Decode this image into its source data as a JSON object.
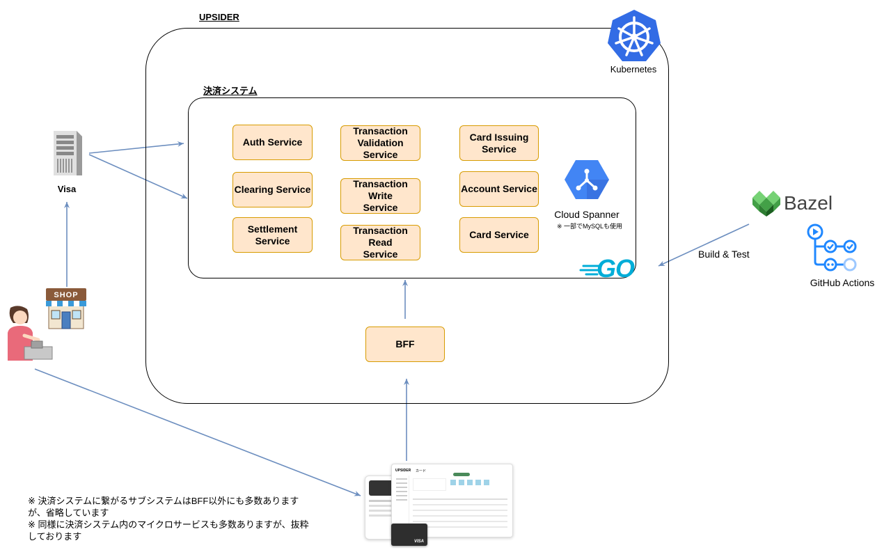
{
  "containers": {
    "upsider": "UPSIDER",
    "payment_system": "決済システム"
  },
  "services": {
    "auth": "Auth Service",
    "clearing": "Clearing Service",
    "settlement": "Settlement Service",
    "tx_validation": "Transaction Validation Service",
    "tx_write": "Transaction Write Service",
    "tx_read": "Transaction Read Service",
    "card_issuing": "Card Issuing Service",
    "account": "Account Service",
    "card": "Card Service",
    "bff": "BFF"
  },
  "logos": {
    "kubernetes": "Kubernetes",
    "cloud_spanner": "Cloud Spanner",
    "cloud_spanner_note": "※ 一部でMySQLも使用",
    "go": "GO",
    "bazel": "Bazel",
    "github_actions": "GitHub Actions"
  },
  "actors": {
    "visa": "Visa",
    "shop_sign": "SHOP",
    "card_brand": "VISA"
  },
  "edges": {
    "build_test": "Build & Test"
  },
  "app": {
    "logo": "UPSIDER",
    "page": "カード"
  },
  "notes": {
    "line1": "※ 決済システムに繋がるサブシステムはBFF以外にも多数あります",
    "line2": "が、省略しています",
    "line3": "※ 同様に決済システム内のマイクロサービスも多数ありますが、抜粋",
    "line4": "しております"
  },
  "colors": {
    "service_fill": "#ffe6cc",
    "service_border": "#d79b00",
    "edge": "#6c8ebf",
    "kubernetes": "#326ce5",
    "spanner": "#4285f4",
    "go": "#00add8",
    "bazel": "#43a047",
    "github_actions": "#2088ff"
  }
}
